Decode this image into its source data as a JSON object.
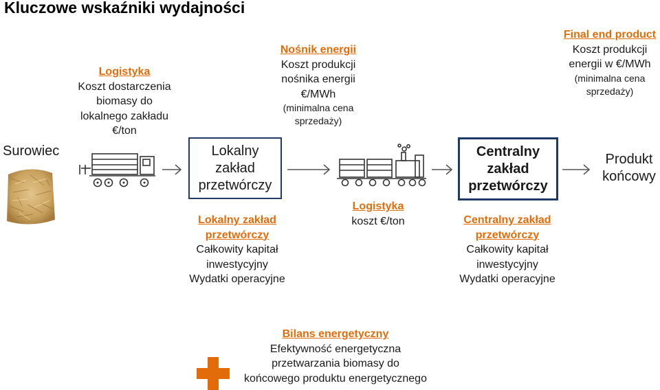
{
  "title": "Kluczowe wskaźniki wydajności",
  "raw": {
    "label": "Surowiec",
    "image_name": "hay-bale-image"
  },
  "logistics1": {
    "heading": "Logistyka",
    "lines": [
      "Koszt dostarczenia",
      "biomasy do",
      "lokalnego zakładu",
      "€/ton"
    ],
    "icon_name": "truck-icon"
  },
  "local_plant": {
    "lines": [
      "Lokalny",
      "zakład",
      "przetwórczy"
    ]
  },
  "local_kpi": {
    "heading_lines": [
      "Lokalny zakład",
      "przetwórczy"
    ],
    "lines": [
      "Całkowity kapitał",
      "inwestycyjny",
      "Wydatki operacyjne"
    ]
  },
  "carrier": {
    "heading": "Nośnik energii",
    "lines": [
      "Koszt produkcji",
      "nośnika energii",
      "€/MWh"
    ],
    "small_lines": [
      "(minimalna cena",
      "sprzedaży)"
    ]
  },
  "logistics2": {
    "heading": "Logistyka",
    "text": "koszt €/ton",
    "icon_name": "train-icon"
  },
  "central_plant": {
    "lines": [
      "Centralny",
      "zakład",
      "przetwórczy"
    ]
  },
  "central_kpi": {
    "heading_lines": [
      "Centralny zakład",
      "przetwórczy"
    ],
    "lines": [
      "Całkowity kapitał",
      "inwestycyjny",
      "Wydatki operacyjne"
    ]
  },
  "final": {
    "heading": "Final end product",
    "lines": [
      "Koszt produkcji",
      "energii w €/MWh"
    ],
    "small_lines": [
      "(minimalna cena",
      "sprzedaży)"
    ]
  },
  "end_product": {
    "lines": [
      "Produkt",
      "końcowy"
    ]
  },
  "balance": {
    "heading": "Bilans energetyczny",
    "lines": [
      "Efektywność energetyczna",
      "przetwarzania biomasy do",
      "końcowego produktu energetycznego"
    ],
    "icon_name": "plus-icon"
  },
  "colors": {
    "accent": "#e36c0a",
    "box_border": "#1f3864",
    "hay": "#c9a25e"
  }
}
